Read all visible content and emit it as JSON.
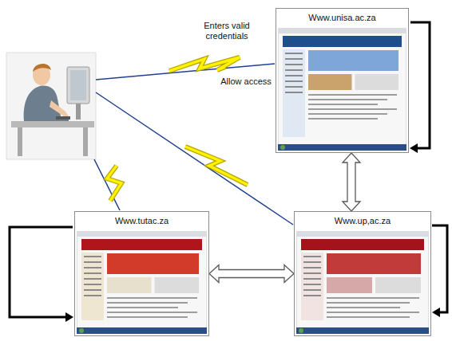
{
  "diagram": {
    "nodes": [
      {
        "text": [
          "Www.unisa.ac.za"
        ]
      },
      {
        "text": [
          "Www.tutac.za"
        ]
      },
      {
        "text": [
          "Www.up,ac.za"
        ]
      }
    ],
    "edges": [
      {
        "from": 0,
        "to": 2,
        "arrow": "both"
      },
      {
        "from": 1,
        "to": 2,
        "arrow": "both"
      }
    ],
    "labels": [
      "Enters valid credentials",
      "Allow access"
    ]
  }
}
